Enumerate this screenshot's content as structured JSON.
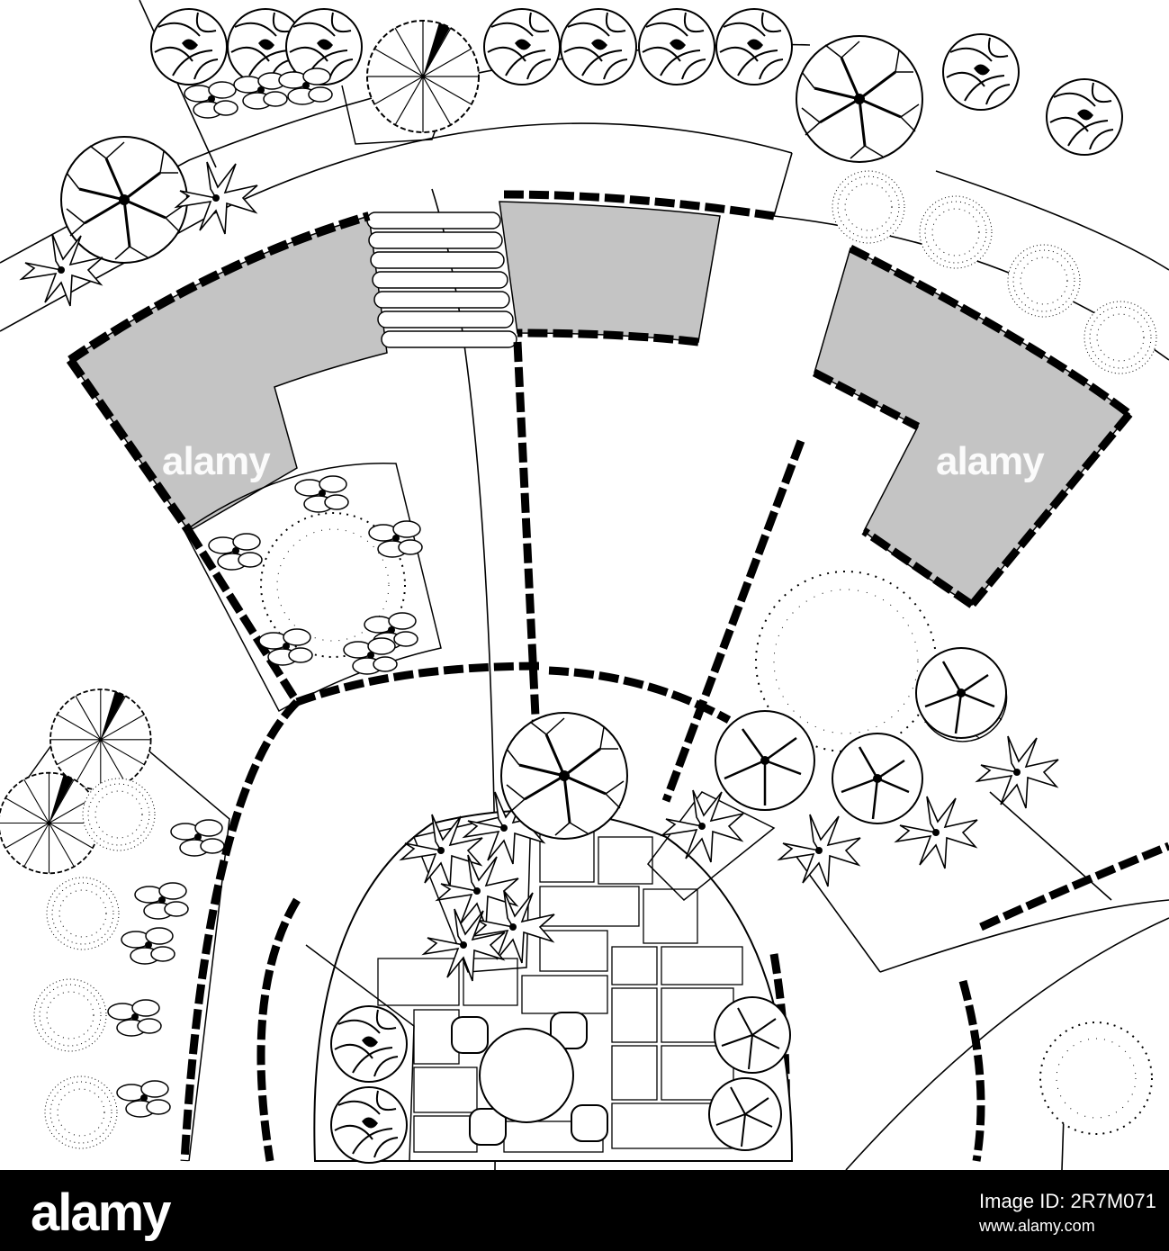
{
  "watermarks": [
    "alamy",
    "alamy"
  ],
  "footer": {
    "brand": "alamy",
    "image_id": "Image ID: 2R7M071",
    "credit": "www.alamy.com"
  },
  "colors": {
    "line": "#000000",
    "lawn_fill": "#c4c4c4",
    "paper": "#ffffff",
    "footer_bg": "#000000"
  },
  "plan_elements": {
    "trees": [
      "round-canopy-tree",
      "swirl-canopy-tree",
      "conifer-tree",
      "dotted-shrub",
      "palm-tree",
      "flowering-shrub"
    ],
    "paving": [
      "gray-lawn-bed",
      "stepping-stone-path",
      "rectangular-paver-patio",
      "round-dining-table-with-chairs"
    ]
  }
}
